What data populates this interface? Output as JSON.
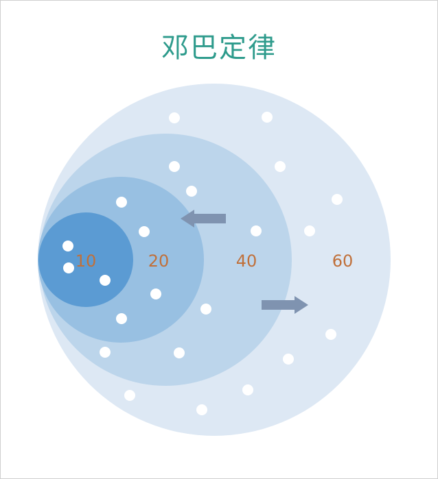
{
  "title": "邓巴定律",
  "rings": [
    {
      "label": "60",
      "color": "#dde8f4"
    },
    {
      "label": "40",
      "color": "#bcd5eb"
    },
    {
      "label": "20",
      "color": "#98c0e2"
    },
    {
      "label": "10",
      "color": "#5b9bd3"
    }
  ],
  "colors": {
    "title": "#2e9b8c",
    "label": "#c0703a",
    "arrow": "#7f93b0",
    "dot": "#ffffff"
  },
  "arrows": [
    {
      "name": "inward-arrow",
      "direction": "left"
    },
    {
      "name": "outward-arrow",
      "direction": "right"
    }
  ]
}
